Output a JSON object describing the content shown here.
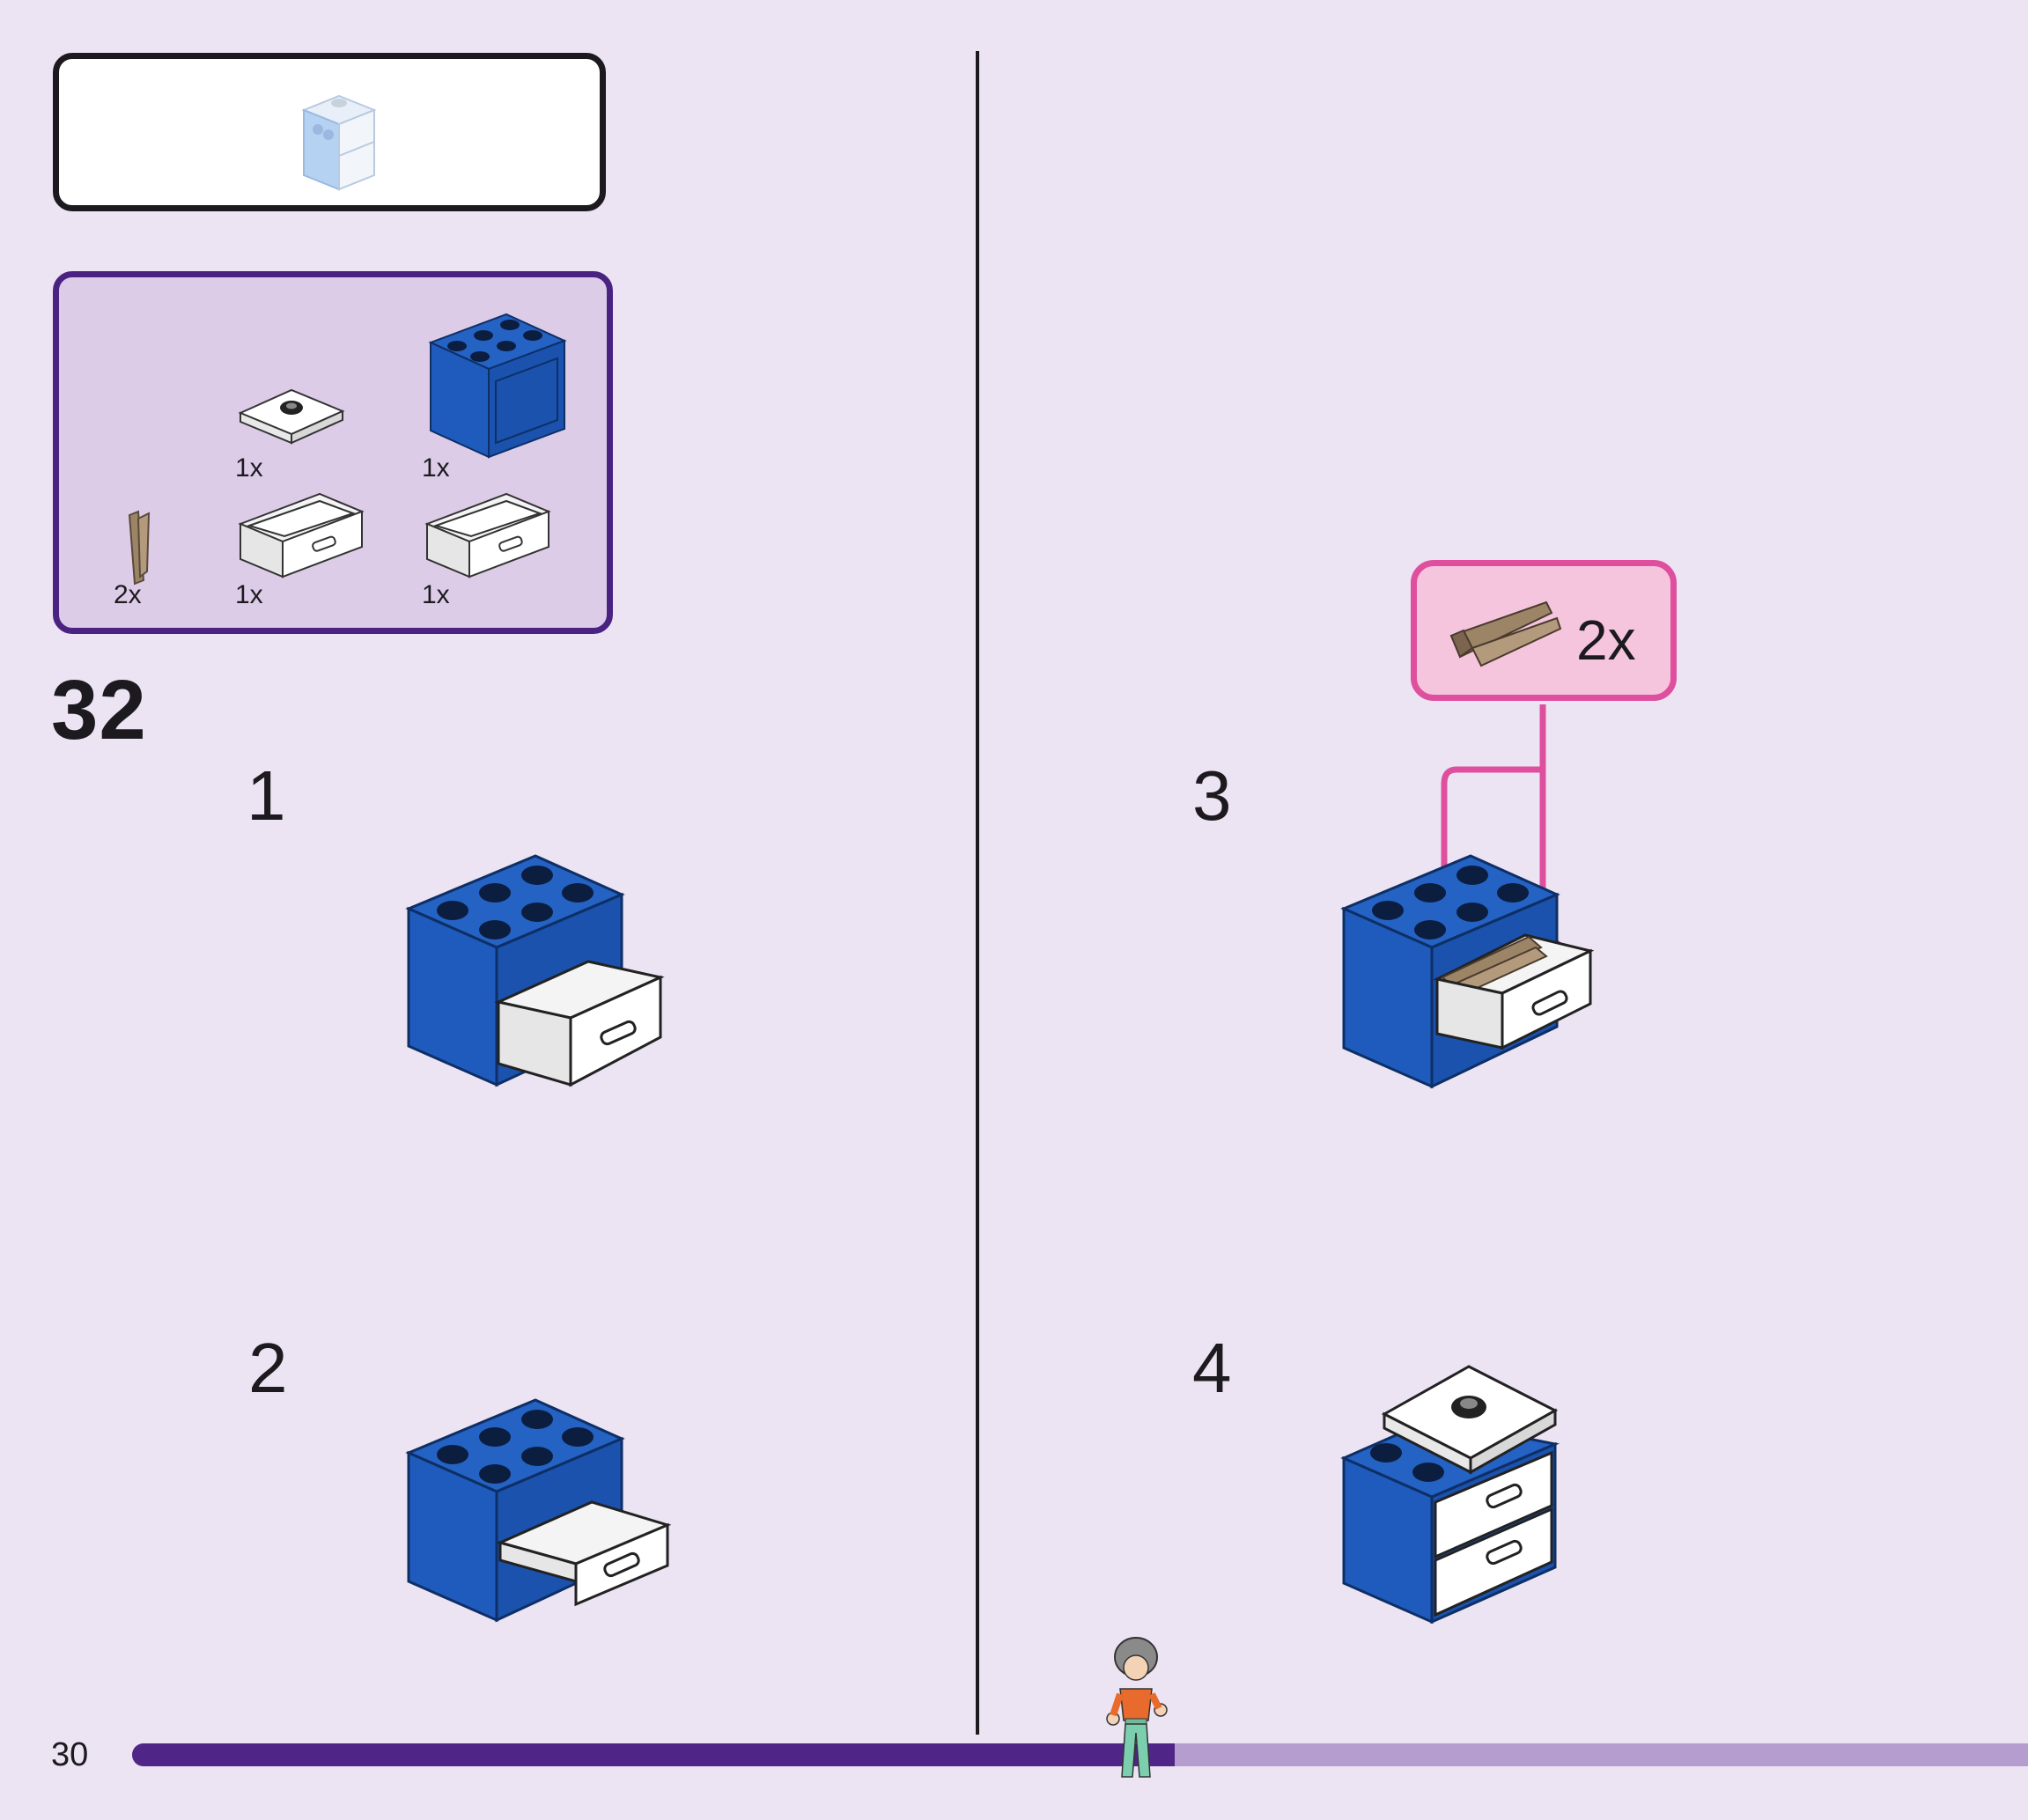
{
  "page": {
    "page_number": "30",
    "main_step": "32",
    "progress_fraction": 0.55
  },
  "parts_list": [
    {
      "icon": "brown-stick-icon",
      "quantity": "2x"
    },
    {
      "icon": "white-round-tile-icon",
      "quantity": "1x"
    },
    {
      "icon": "blue-cupboard-brick-icon",
      "quantity": "1x"
    },
    {
      "icon": "white-drawer-icon",
      "quantity": "1x"
    },
    {
      "icon": "white-drawer-icon",
      "quantity": "1x"
    }
  ],
  "sub_steps": [
    {
      "number": "1"
    },
    {
      "number": "2"
    },
    {
      "number": "3",
      "callout_quantity": "2x"
    },
    {
      "number": "4"
    }
  ],
  "colors": {
    "background": "#ece4f2",
    "parts_box_border": "#4a2382",
    "parts_box_fill": "#ddcce8",
    "lego_blue": "#1f5bbd",
    "callout_border": "#de4f9e",
    "callout_fill": "#f5c5de",
    "progress_fill": "#4f2687",
    "progress_track": "#b69dd0"
  }
}
